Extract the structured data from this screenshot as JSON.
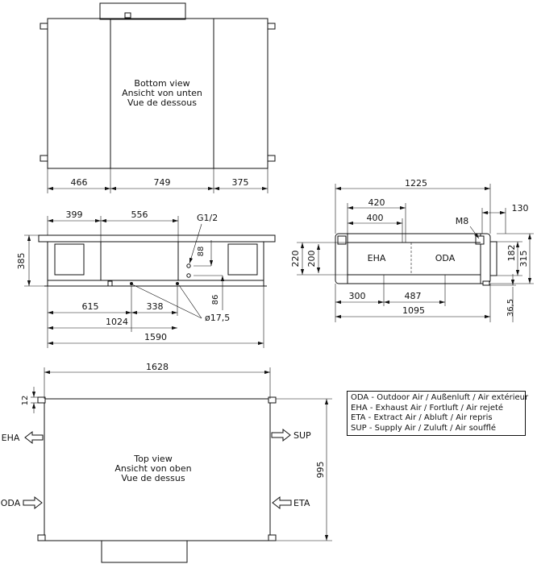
{
  "bottom_view": {
    "title": [
      "Bottom view",
      "Ansicht von unten",
      "Vue de dessous"
    ],
    "dims": [
      "466",
      "749",
      "375"
    ]
  },
  "front_view": {
    "dims": {
      "d399": "399",
      "d556": "556",
      "d385": "385",
      "d88": "88",
      "d86": "86",
      "d615": "615",
      "d338": "338",
      "d1024": "1024",
      "d1590": "1590",
      "g12": "G1/2",
      "dia": "ø17,5"
    }
  },
  "side_view": {
    "dims": {
      "d1225": "1225",
      "d420": "420",
      "d400": "400",
      "d130": "130",
      "m8": "M8",
      "d220": "220",
      "d200": "200",
      "d182": "182",
      "d315": "315",
      "d300": "300",
      "d487": "487",
      "d1095": "1095",
      "d365": "36,5"
    },
    "ports": {
      "eha": "EHA",
      "oda": "ODA"
    }
  },
  "top_view": {
    "title": [
      "Top view",
      "Ansicht von oben",
      "Vue de dessus"
    ],
    "dims": {
      "d1628": "1628",
      "d12": "12",
      "d995": "995"
    },
    "arrows": {
      "eha": "EHA",
      "oda": "ODA",
      "sup": "SUP",
      "eta": "ETA"
    }
  },
  "legend": [
    "ODA - Outdoor Air / Außenluft / Air extérieur",
    "EHA - Exhaust Air / Fortluft / Air rejeté",
    "ETA - Extract Air / Abluft / Air repris",
    "SUP - Supply Air / Zuluft / Air soufflé"
  ]
}
